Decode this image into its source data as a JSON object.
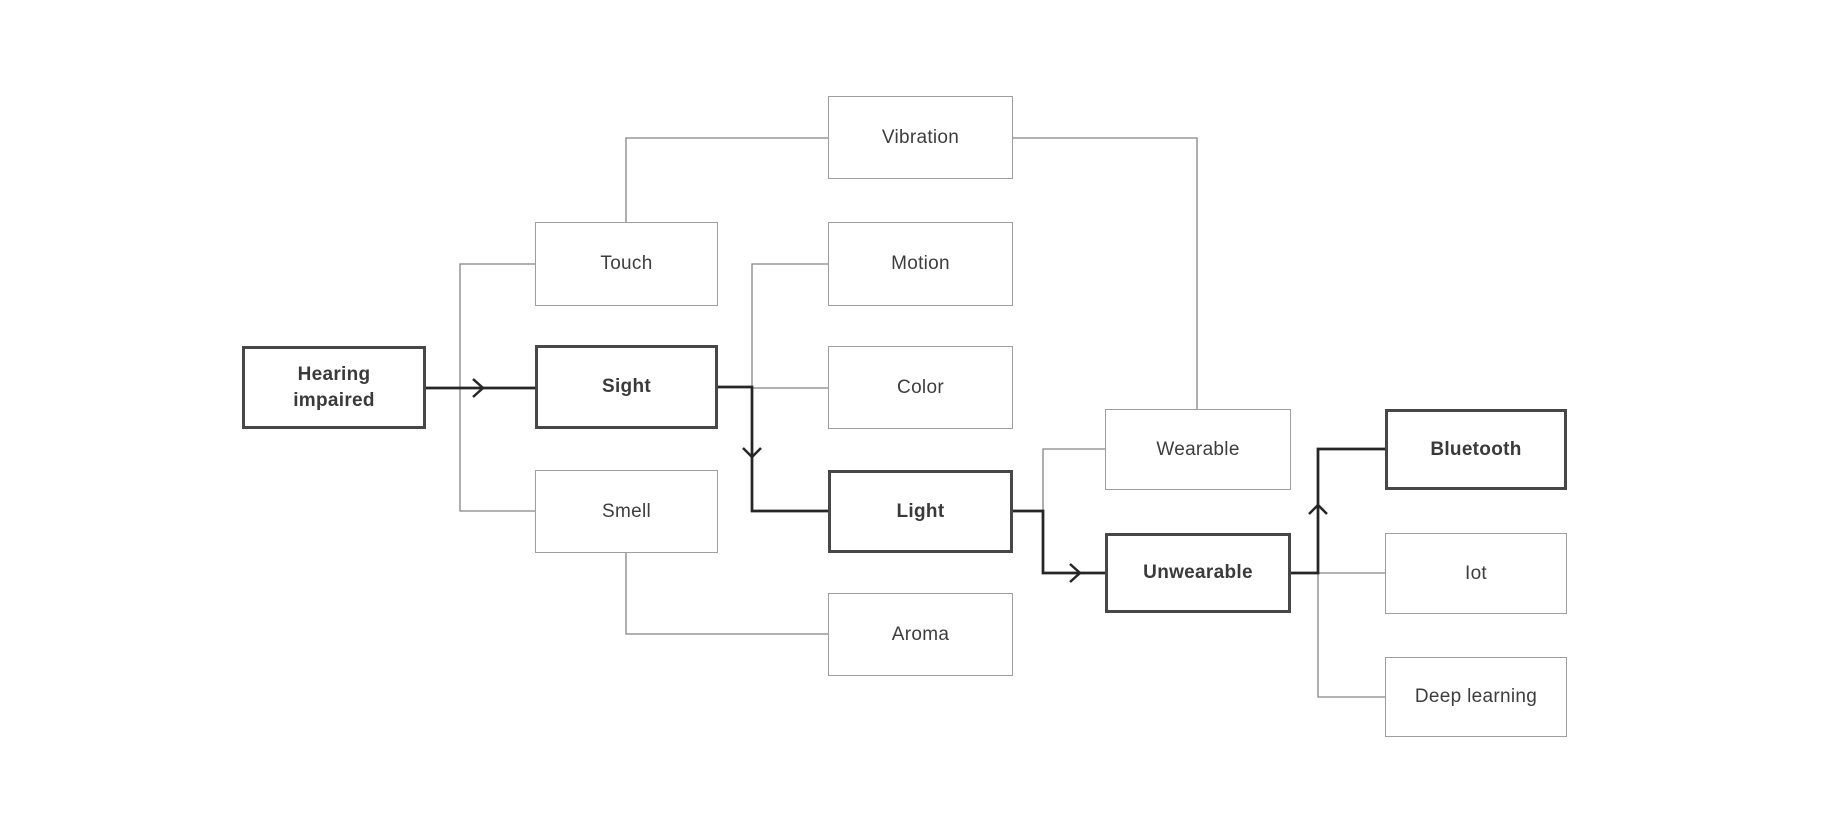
{
  "diagram": {
    "background": "#ffffff",
    "colors": {
      "emphasis_border": "#474747",
      "regular_border": "#9e9e9e",
      "strong_edge": "#262626",
      "light_edge": "#848484",
      "text": "#3d3d3d"
    },
    "nodes": {
      "hearing_impaired": {
        "label": "Hearing impaired",
        "lines": [
          "Hearing",
          "impaired"
        ],
        "emphasized": true
      },
      "touch": {
        "label": "Touch",
        "emphasized": false
      },
      "sight": {
        "label": "Sight",
        "emphasized": true
      },
      "smell": {
        "label": "Smell",
        "emphasized": false
      },
      "vibration": {
        "label": "Vibration",
        "emphasized": false
      },
      "motion": {
        "label": "Motion",
        "emphasized": false
      },
      "color": {
        "label": "Color",
        "emphasized": false
      },
      "light": {
        "label": "Light",
        "emphasized": true
      },
      "aroma": {
        "label": "Aroma",
        "emphasized": false
      },
      "wearable": {
        "label": "Wearable",
        "emphasized": false
      },
      "unwearable": {
        "label": "Unwearable",
        "emphasized": true
      },
      "bluetooth": {
        "label": "Bluetooth",
        "emphasized": true
      },
      "iot": {
        "label": "Iot",
        "emphasized": false
      },
      "deep_learning": {
        "label": "Deep learning",
        "emphasized": false
      }
    },
    "edges": [
      {
        "from": "hearing_impaired",
        "to": "sight",
        "style": "strong",
        "arrow": true
      },
      {
        "from": "hearing_impaired",
        "to": "touch",
        "style": "light",
        "arrow": false
      },
      {
        "from": "hearing_impaired",
        "to": "smell",
        "style": "light",
        "arrow": false
      },
      {
        "from": "touch",
        "to": "vibration",
        "style": "light",
        "arrow": false
      },
      {
        "from": "sight",
        "to": "motion",
        "style": "light",
        "arrow": false
      },
      {
        "from": "sight",
        "to": "color",
        "style": "light",
        "arrow": false
      },
      {
        "from": "sight",
        "to": "light",
        "style": "strong",
        "arrow": true
      },
      {
        "from": "smell",
        "to": "aroma",
        "style": "light",
        "arrow": false
      },
      {
        "from": "vibration",
        "to": "wearable",
        "style": "light",
        "arrow": false
      },
      {
        "from": "light",
        "to": "wearable",
        "style": "light",
        "arrow": false
      },
      {
        "from": "light",
        "to": "unwearable",
        "style": "strong",
        "arrow": true
      },
      {
        "from": "unwearable",
        "to": "bluetooth",
        "style": "strong",
        "arrow": true
      },
      {
        "from": "unwearable",
        "to": "iot",
        "style": "light",
        "arrow": false
      },
      {
        "from": "unwearable",
        "to": "deep_learning",
        "style": "light",
        "arrow": false
      }
    ]
  }
}
